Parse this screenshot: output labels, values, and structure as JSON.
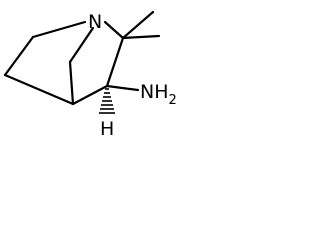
{
  "molecule": {
    "atoms": {
      "n": "N",
      "nh2": "NH",
      "nh2_sub": "2",
      "h": "H"
    },
    "colors": {
      "ink": "#000000",
      "background": "#ffffff"
    }
  }
}
